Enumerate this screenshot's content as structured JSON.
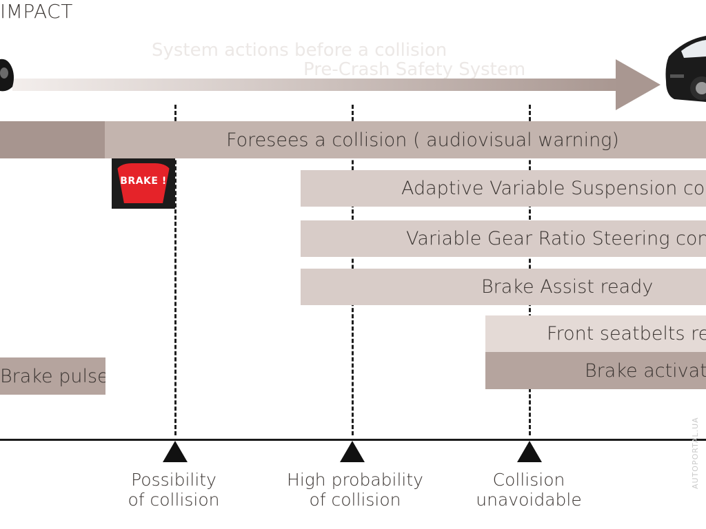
{
  "title": "IMPACT",
  "faded_text": {
    "line1": "System actions before a collision",
    "line2": "Pre-Crash Safety System"
  },
  "main_bar": "Foresees a collision ( audiovisual warning)",
  "bars": {
    "suspension": "Adaptive Variable Suspension control",
    "steering": "Variable Gear Ratio Steering control",
    "brake_assist": "Brake Assist ready",
    "seatbelts": "Front seatbelts retract",
    "brake_activation": "Brake activation",
    "brake_pulse": "Brake pulse"
  },
  "brake_icon_text": "BRAKE !",
  "milestones": [
    {
      "line1": "Possibility",
      "line2": "of collision"
    },
    {
      "line1": "High probability",
      "line2": "of collision"
    },
    {
      "line1": "Collision",
      "line2": "unavoidable"
    }
  ],
  "watermark": "AUTOPORTAL.UA",
  "colors": {
    "arrow": "#a99791",
    "bar_dark": "#a7958f",
    "bar_mid": "#c3b4ae",
    "bar_light": "#d8ccc8",
    "bar_pale": "#e4dad6",
    "brake_red": "#e52329"
  }
}
